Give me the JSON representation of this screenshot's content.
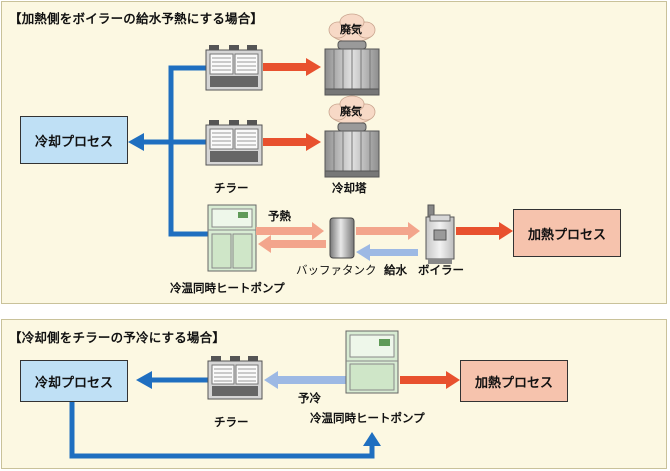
{
  "panel1": {
    "title": "【加熱側をボイラーの給水予熱にする場合】",
    "cooling_process": "冷却プロセス",
    "heating_process": "加熱プロセス",
    "exhaust_top": "廃気",
    "exhaust_mid": "廃気",
    "chiller": "チラー",
    "cooling_tower": "冷却塔",
    "preheat": "予熱",
    "feed_water": "給水",
    "buffer_tank": "バッファタンク",
    "boiler": "ボイラー",
    "heat_pump": "冷温同時ヒートポンプ"
  },
  "panel2": {
    "title": "【冷却側をチラーの予冷にする場合】",
    "cooling_process": "冷却プロセス",
    "heating_process": "加熱プロセス",
    "chiller": "チラー",
    "precool": "予冷",
    "heat_pump": "冷温同時ヒートポンプ"
  },
  "colors": {
    "cool_line": "#1f6fc0",
    "heat_arrow": "#e8512e",
    "preheat_arrow": "#f3a58c",
    "precool_arrow": "#9db9e4",
    "cool_box": "#bfe0f5",
    "heat_box": "#f6c3ad",
    "panel_bg": "#fcf8e2"
  }
}
